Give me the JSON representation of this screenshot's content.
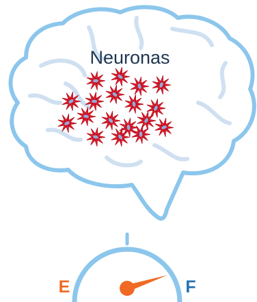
{
  "title": "Neuronas",
  "gauge": {
    "empty_label": "E",
    "full_label": "F",
    "level": 0.9
  },
  "colors": {
    "brain_outline": "#8cc6ec",
    "brain_folds": "#cfe0f1",
    "title_text": "#1f3550",
    "neuron_fill": "#e81c2e",
    "neuron_dark": "#b0121f",
    "neuron_core": "#9aa8d8",
    "gauge_outline": "#8cc6ec",
    "gauge_needle": "#f06a25",
    "empty_label_color": "#f06a25",
    "full_label_color": "#2872b4"
  },
  "neuron_count": 18
}
